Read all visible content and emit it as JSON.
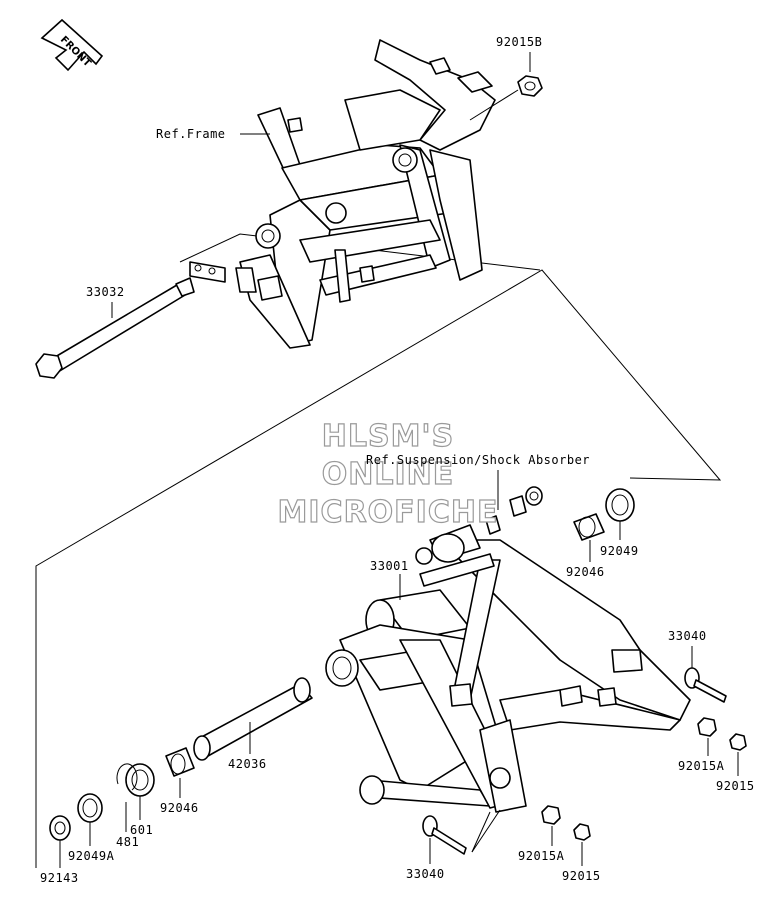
{
  "front_arrow": {
    "label": "FRONT"
  },
  "labels": {
    "ref_frame": "Ref.Frame",
    "ref_suspension": "Ref.Suspension/Shock Absorber",
    "p92015B": "92015B",
    "p33032": "33032",
    "p33001": "33001",
    "p92049_top": "92049",
    "p92046_top": "92046",
    "p33040_right": "33040",
    "p92015A_right": "92015A",
    "p92015_right": "92015",
    "p42036": "42036",
    "p92046_bottom": "92046",
    "p601": "601",
    "p481": "481",
    "p92049A": "92049A",
    "p92143": "92143",
    "p33040_bottom": "33040",
    "p92015A_bottom": "92015A",
    "p92015_bottom": "92015"
  },
  "watermark": {
    "line1": "HLSM'S",
    "line2": "ONLINE",
    "line3": "MICROFICHE"
  }
}
